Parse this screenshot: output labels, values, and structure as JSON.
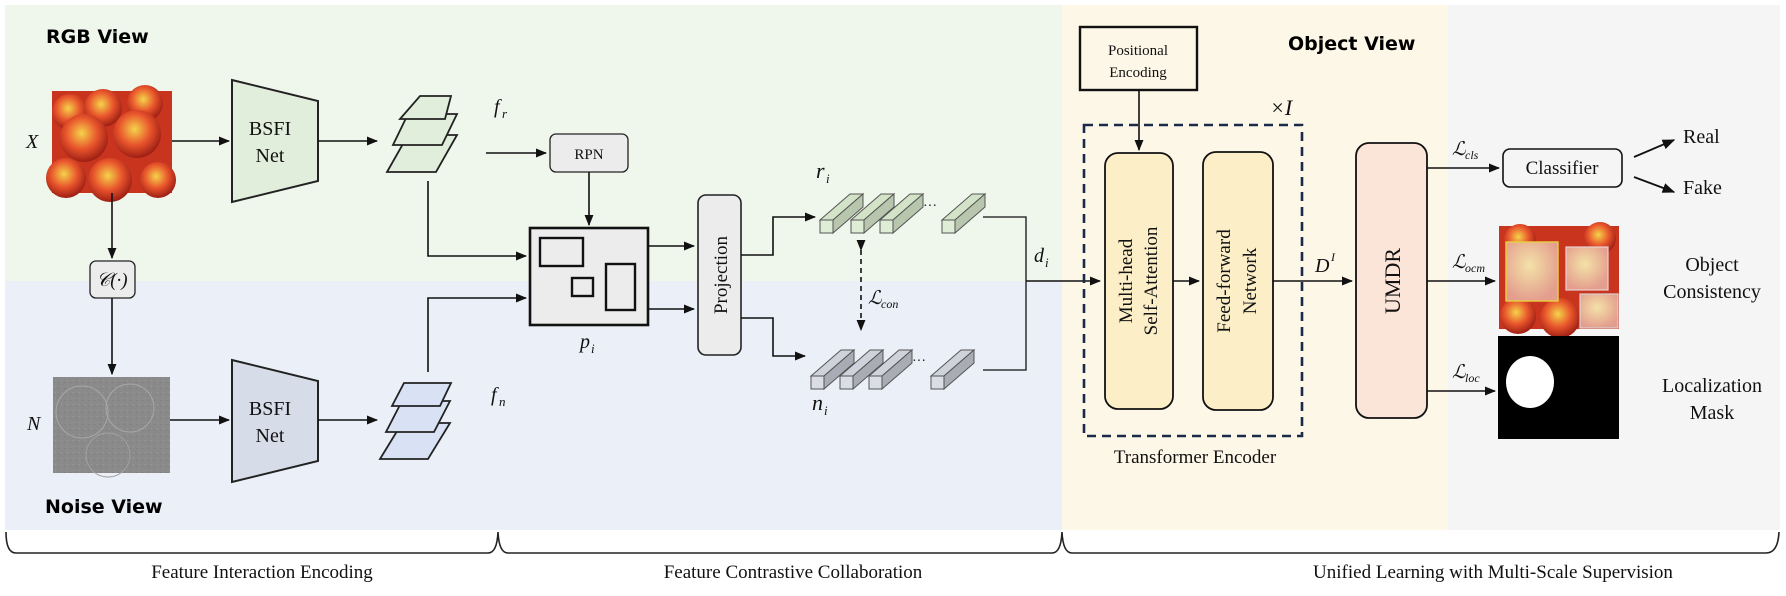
{
  "panels": {
    "rgb_view": {
      "title": "RGB View",
      "color": "#eff6ec"
    },
    "noise_view": {
      "title": "Noise View",
      "color": "#ebeff8"
    },
    "object_view": {
      "title": "Object View",
      "color": "#fdf7e8"
    },
    "supervision": {
      "color": "#f5f5f5"
    }
  },
  "inputs": {
    "rgb_label": "X",
    "noise_label": "N",
    "constraint_label": "𝒞(·)"
  },
  "encoders": {
    "rgb": {
      "line1": "BSFI",
      "line2": "Net",
      "color": "#e1eedb"
    },
    "noise": {
      "line1": "BSFI",
      "line2": "Net",
      "color": "#d6dce8"
    }
  },
  "features": {
    "rgb_label": "f",
    "rgb_sub": "r",
    "noise_label": "f",
    "noise_sub": "n"
  },
  "rpn": {
    "label": "RPN"
  },
  "proposals": {
    "label": "p",
    "sub": "i"
  },
  "projection": {
    "label": "Projection"
  },
  "tokens": {
    "rgb_label": "r",
    "rgb_sub": "i",
    "noise_label": "n",
    "noise_sub": "i",
    "ellipsis": "···",
    "contrast_loss": "ℒ",
    "contrast_loss_sub": "con",
    "fused_label": "d",
    "fused_sub": "i"
  },
  "transformer": {
    "positional_encoding": [
      "Positional",
      "Encoding"
    ],
    "repeat_label": "×I",
    "attention": [
      "Multi-head",
      "Self-Attention"
    ],
    "ffn": [
      "Feed-forward",
      "Network"
    ],
    "caption": "Transformer Encoder",
    "output_label": "D",
    "output_sup": "I"
  },
  "umdr": {
    "label": "UMDR"
  },
  "outputs": {
    "cls_loss": "ℒ",
    "cls_loss_sub": "cls",
    "classifier": "Classifier",
    "real": "Real",
    "fake": "Fake",
    "ocm_loss": "ℒ",
    "ocm_loss_sub": "ocm",
    "ocm_caption": [
      "Object",
      "Consistency"
    ],
    "loc_loss": "ℒ",
    "loc_loss_sub": "loc",
    "loc_caption": [
      "Localization",
      "Mask"
    ]
  },
  "stages": [
    {
      "label": "Feature Interaction Encoding"
    },
    {
      "label": "Feature Contrastive Collaboration"
    },
    {
      "label": "Unified Learning with Multi-Scale Supervision"
    }
  ]
}
